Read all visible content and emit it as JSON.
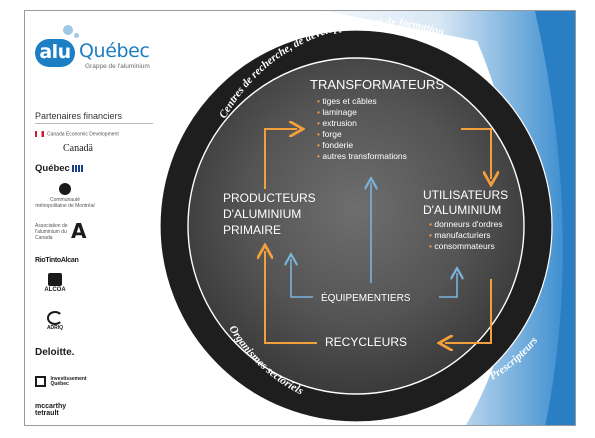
{
  "logo": {
    "badge": "alu",
    "word": "Québec",
    "subtitle": "Grappe de l'aluminium"
  },
  "partners": {
    "title": "Partenaires financiers",
    "canada_small": "Canada Economic Development",
    "canada_word": "Canadä",
    "quebec": "Québec",
    "capital_small": "Communauté métropolitaine de Montréal",
    "bdl_small": "Association de l'aluminium du Canada",
    "bdl_mark": "A",
    "riotinto": "RioTintoAlcan",
    "alcoa": "ALCOA",
    "aqmat": "ADRIQ",
    "deloitte": "Deloitte.",
    "invest": "Investissement Québec",
    "mccarthy_line1": "mccarthy",
    "mccarthy_line2": "tetrault"
  },
  "ring": {
    "top_label": "Centres de recherche, de développement et de formation",
    "bottom_left_label": "Organismes sectoriels",
    "bottom_right_label": "Prescripteurs"
  },
  "nodes": {
    "transformateurs": {
      "title": "TRANSFORMATEURS",
      "items": [
        "tiges et câbles",
        "laminage",
        "extrusion",
        "forge",
        "fonderie",
        "autres transformations"
      ]
    },
    "producteurs": {
      "line1": "PRODUCTEURS",
      "line2": "D'ALUMINIUM",
      "line3": "PRIMAIRE"
    },
    "utilisateurs": {
      "line1": "UTILISATEURS",
      "line2": "D'ALUMINIUM",
      "items": [
        "donneurs d'ordres",
        "manufacturiers",
        "consommateurs"
      ]
    },
    "equipementiers": "ÉQUIPEMENTIERS",
    "recycleurs": "RECYCLEURS"
  },
  "colors": {
    "ring": "#1e1e1e",
    "disk": "#5a5a5a",
    "arrow_orange": "#f3a03c",
    "arrow_blue": "#7ab4dd",
    "bullet_orange": "#f3a03c",
    "accent_blue": "#2a7ec4"
  }
}
